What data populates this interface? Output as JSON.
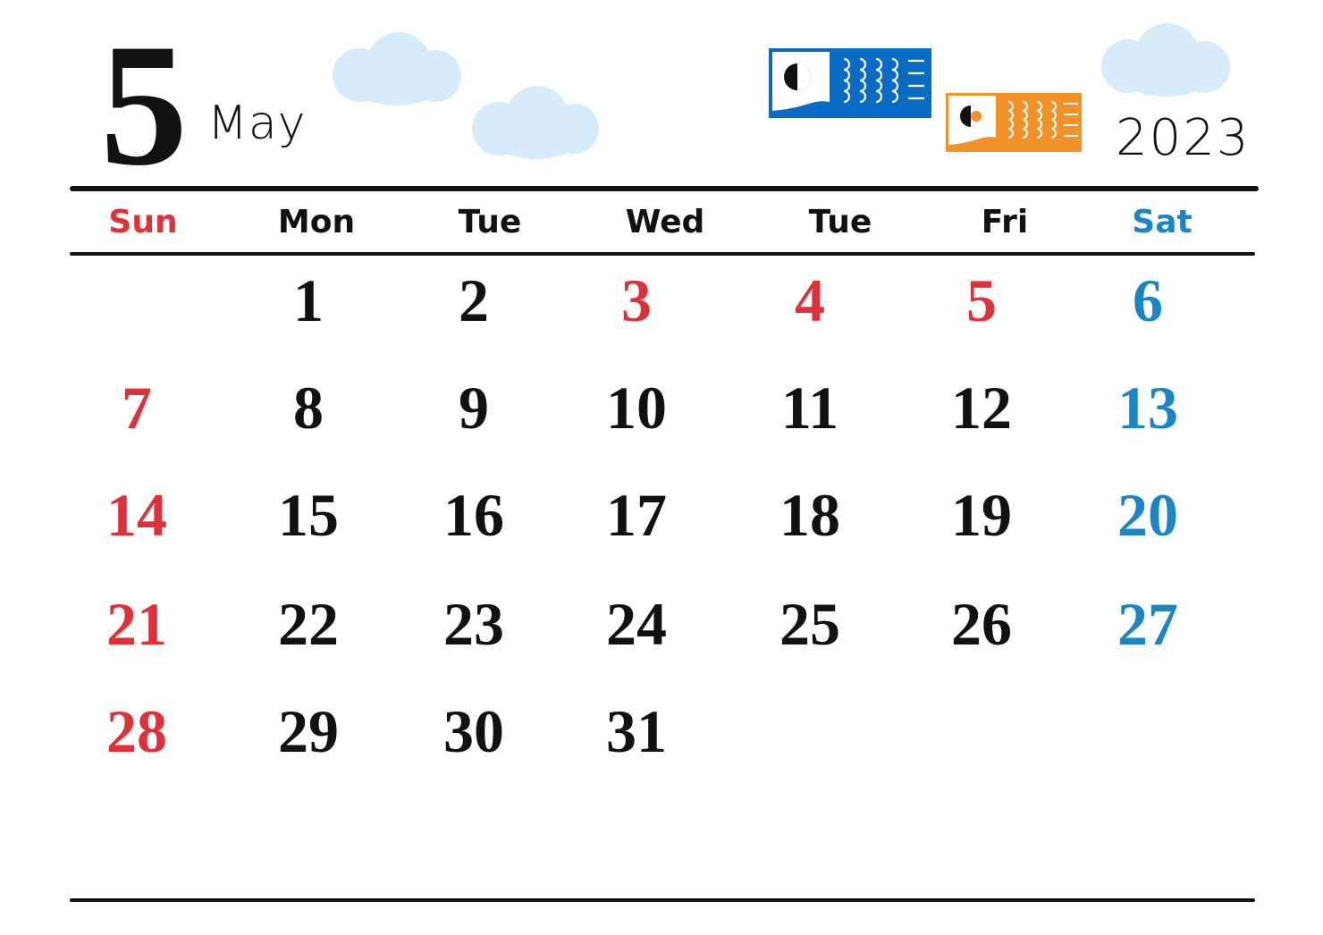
{
  "header": {
    "month_number": "5",
    "month_name": "May",
    "year": "2023"
  },
  "colors": {
    "sunday": "#e0313a",
    "holiday": "#e0313a",
    "saturday": "#1a86c8",
    "weekday": "#111111",
    "cloud": "#d6ecfa",
    "koi_blue": "#0a6bc4",
    "koi_orange": "#f39228"
  },
  "decorations": {
    "clouds": 3,
    "koinobori": [
      "koi-blue-icon",
      "koi-orange-icon"
    ]
  },
  "weekdays": [
    {
      "label": "Sun",
      "type": "sunday"
    },
    {
      "label": "Mon",
      "type": "weekday"
    },
    {
      "label": "Tue",
      "type": "weekday"
    },
    {
      "label": "Wed",
      "type": "weekday"
    },
    {
      "label": "Tue",
      "type": "weekday"
    },
    {
      "label": "Fri",
      "type": "weekday"
    },
    {
      "label": "Sat",
      "type": "saturday"
    }
  ],
  "weeks": [
    [
      null,
      {
        "d": "1"
      },
      {
        "d": "2"
      },
      {
        "d": "3",
        "holiday": true
      },
      {
        "d": "4",
        "holiday": true
      },
      {
        "d": "5",
        "holiday": true
      },
      {
        "d": "6"
      }
    ],
    [
      {
        "d": "7"
      },
      {
        "d": "8"
      },
      {
        "d": "9"
      },
      {
        "d": "10"
      },
      {
        "d": "11"
      },
      {
        "d": "12"
      },
      {
        "d": "13"
      }
    ],
    [
      {
        "d": "14"
      },
      {
        "d": "15"
      },
      {
        "d": "16"
      },
      {
        "d": "17"
      },
      {
        "d": "18"
      },
      {
        "d": "19"
      },
      {
        "d": "20"
      }
    ],
    [
      {
        "d": "21"
      },
      {
        "d": "22"
      },
      {
        "d": "23"
      },
      {
        "d": "24"
      },
      {
        "d": "25"
      },
      {
        "d": "26"
      },
      {
        "d": "27"
      }
    ],
    [
      {
        "d": "28"
      },
      {
        "d": "29"
      },
      {
        "d": "30"
      },
      {
        "d": "31"
      },
      null,
      null,
      null
    ]
  ]
}
